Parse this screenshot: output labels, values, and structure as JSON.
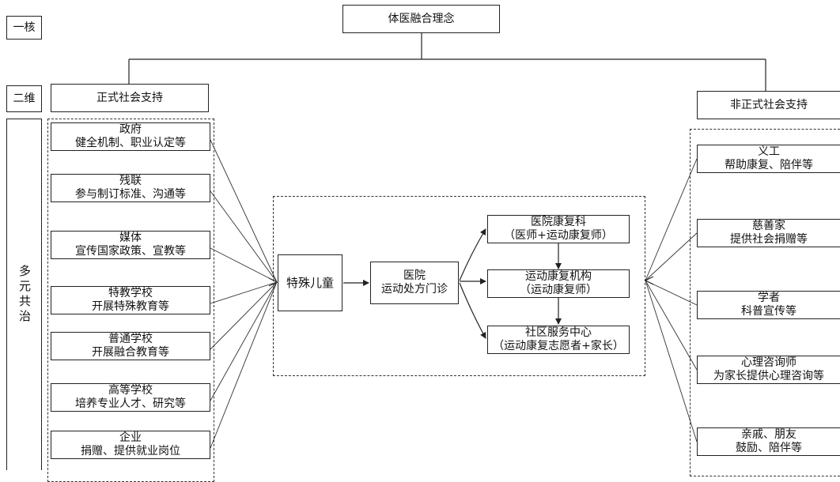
{
  "levels": {
    "core": "一核",
    "two_dim": "二维",
    "multi": "多元共治"
  },
  "root": "体医融合理念",
  "formal": {
    "title": "正式社会支持",
    "items": [
      {
        "name": "政府",
        "desc": "健全机制、职业认定等"
      },
      {
        "name": "残联",
        "desc": "参与制订标准、沟通等"
      },
      {
        "name": "媒体",
        "desc": "宣传国家政策、宣教等"
      },
      {
        "name": "特教学校",
        "desc": "开展特殊教育等"
      },
      {
        "name": "普通学校",
        "desc": "开展融合教育等"
      },
      {
        "name": "高等学校",
        "desc": "培养专业人才、研究等"
      },
      {
        "name": "企业",
        "desc": "捐赠、提供就业岗位"
      }
    ]
  },
  "informal": {
    "title": "非正式社会支持",
    "items": [
      {
        "name": "义工",
        "desc": "帮助康复、陪伴等"
      },
      {
        "name": "慈善家",
        "desc": "提供社会捐赠等"
      },
      {
        "name": "学者",
        "desc": "科普宣传等"
      },
      {
        "name": "心理咨询师",
        "desc": "为家长提供心理咨询等"
      },
      {
        "name": "亲戚、朋友",
        "desc": "鼓励、陪伴等"
      }
    ]
  },
  "center": {
    "child": "特殊儿童",
    "hospital": {
      "name": "医院",
      "desc": "运动处方门诊"
    },
    "targets": [
      {
        "name": "医院康复科",
        "desc": "（医师+运动康复师）"
      },
      {
        "name": "运动康复机构",
        "desc": "（运动康复师）"
      },
      {
        "name": "社区服务中心",
        "desc": "（运动康复志愿者+家长）"
      }
    ]
  }
}
